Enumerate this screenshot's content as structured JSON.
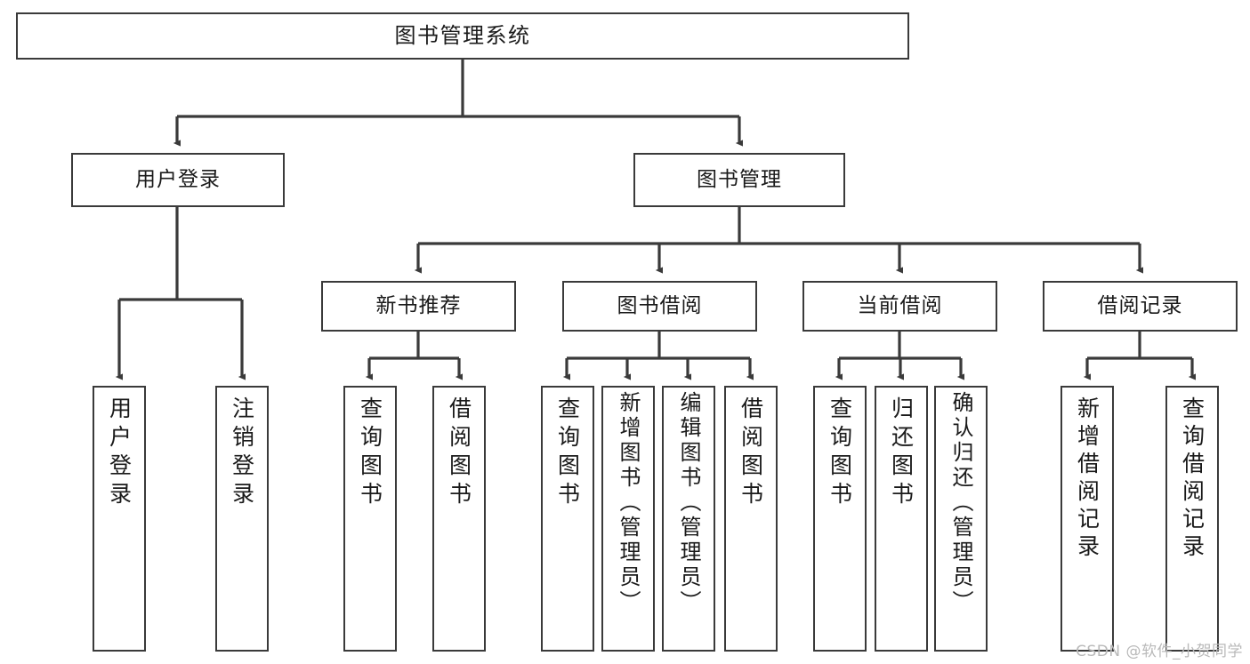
{
  "diagram": {
    "type": "tree",
    "title": "图书管理系统",
    "root": {
      "id": "root",
      "label": "图书管理系统"
    },
    "level2": [
      {
        "id": "user-login",
        "label": "用户登录"
      },
      {
        "id": "book-manage",
        "label": "图书管理"
      }
    ],
    "level3": [
      {
        "id": "new-book-rec",
        "label": "新书推荐"
      },
      {
        "id": "book-borrow",
        "label": "图书借阅"
      },
      {
        "id": "current-borrow",
        "label": "当前借阅"
      },
      {
        "id": "borrow-record",
        "label": "借阅记录"
      }
    ],
    "leaves": {
      "user_login": [
        {
          "id": "leaf-user-login",
          "label": "用户登录"
        },
        {
          "id": "leaf-user-logout",
          "label": "注销登录"
        }
      ],
      "new_book_rec": [
        {
          "id": "leaf-query-book-1",
          "label": "查询图书"
        },
        {
          "id": "leaf-borrow-book-1",
          "label": "借阅图书"
        }
      ],
      "book_borrow": [
        {
          "id": "leaf-query-book-2",
          "label": "查询图书"
        },
        {
          "id": "leaf-add-book",
          "label": "新增图书（管理员）"
        },
        {
          "id": "leaf-edit-book",
          "label": "编辑图书（管理员）"
        },
        {
          "id": "leaf-borrow-book-2",
          "label": "借阅图书"
        }
      ],
      "current_borrow": [
        {
          "id": "leaf-query-book-3",
          "label": "查询图书"
        },
        {
          "id": "leaf-return-book",
          "label": "归还图书"
        },
        {
          "id": "leaf-confirm-return",
          "label": "确认归还（管理员）"
        }
      ],
      "borrow_record": [
        {
          "id": "leaf-add-record",
          "label": "新增借阅记录"
        },
        {
          "id": "leaf-query-record",
          "label": "查询借阅记录"
        }
      ]
    },
    "watermark": "CSDN @软件_小贺同学",
    "colors": {
      "border": "#3a3a3a",
      "background": "#ffffff",
      "text": "#1a1a1a",
      "connector": "#3a3a3a",
      "watermark": "#b9b9b9"
    }
  }
}
